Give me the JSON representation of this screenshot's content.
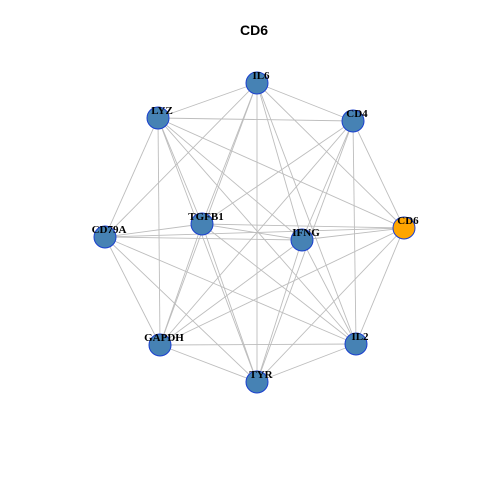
{
  "title": "CD6",
  "colors": {
    "default_node": "#4682b4",
    "highlight_node": "#ffa500",
    "node_border": "#1a3fcf",
    "edge": "#bdbdbd"
  },
  "nodes": [
    {
      "id": "IL6",
      "label": "IL6",
      "highlight": false
    },
    {
      "id": "CD4",
      "label": "CD4",
      "highlight": false
    },
    {
      "id": "CD6",
      "label": "CD6",
      "highlight": true
    },
    {
      "id": "IL2",
      "label": "IL2",
      "highlight": false
    },
    {
      "id": "TYR",
      "label": "TYR",
      "highlight": false
    },
    {
      "id": "GAPDH",
      "label": "GAPDH",
      "highlight": false
    },
    {
      "id": "CD79A",
      "label": "CD79A",
      "highlight": false
    },
    {
      "id": "LYZ",
      "label": "LYZ",
      "highlight": false
    },
    {
      "id": "TGFB1",
      "label": "TGFB1",
      "highlight": false
    },
    {
      "id": "IFNG",
      "label": "IFNG",
      "highlight": false
    }
  ],
  "edges": [
    [
      "LYZ",
      "IL6"
    ],
    [
      "LYZ",
      "CD4"
    ],
    [
      "LYZ",
      "CD79A"
    ],
    [
      "LYZ",
      "GAPDH"
    ],
    [
      "LYZ",
      "TYR"
    ],
    [
      "LYZ",
      "IL2"
    ],
    [
      "LYZ",
      "IFNG"
    ],
    [
      "LYZ",
      "CD6"
    ],
    [
      "LYZ",
      "TGFB1"
    ],
    [
      "IL6",
      "CD4"
    ],
    [
      "IL6",
      "CD6"
    ],
    [
      "IL6",
      "IL2"
    ],
    [
      "IL6",
      "TYR"
    ],
    [
      "IL6",
      "GAPDH"
    ],
    [
      "IL6",
      "TGFB1"
    ],
    [
      "IL6",
      "IFNG"
    ],
    [
      "IL6",
      "CD79A"
    ],
    [
      "CD4",
      "CD6"
    ],
    [
      "CD4",
      "IL2"
    ],
    [
      "CD4",
      "TYR"
    ],
    [
      "CD4",
      "GAPDH"
    ],
    [
      "CD4",
      "IFNG"
    ],
    [
      "CD4",
      "TGFB1"
    ],
    [
      "CD6",
      "IL2"
    ],
    [
      "CD6",
      "TYR"
    ],
    [
      "CD6",
      "IFNG"
    ],
    [
      "CD6",
      "TGFB1"
    ],
    [
      "CD6",
      "CD79A"
    ],
    [
      "CD6",
      "GAPDH"
    ],
    [
      "IL2",
      "TYR"
    ],
    [
      "IL2",
      "GAPDH"
    ],
    [
      "IL2",
      "CD79A"
    ],
    [
      "IL2",
      "IFNG"
    ],
    [
      "IL2",
      "TGFB1"
    ],
    [
      "TYR",
      "GAPDH"
    ],
    [
      "TYR",
      "IFNG"
    ],
    [
      "TYR",
      "TGFB1"
    ],
    [
      "TYR",
      "CD79A"
    ],
    [
      "GAPDH",
      "CD79A"
    ],
    [
      "GAPDH",
      "TGFB1"
    ],
    [
      "GAPDH",
      "IFNG"
    ],
    [
      "CD79A",
      "TGFB1"
    ],
    [
      "CD79A",
      "IFNG"
    ],
    [
      "TGFB1",
      "IFNG"
    ]
  ]
}
